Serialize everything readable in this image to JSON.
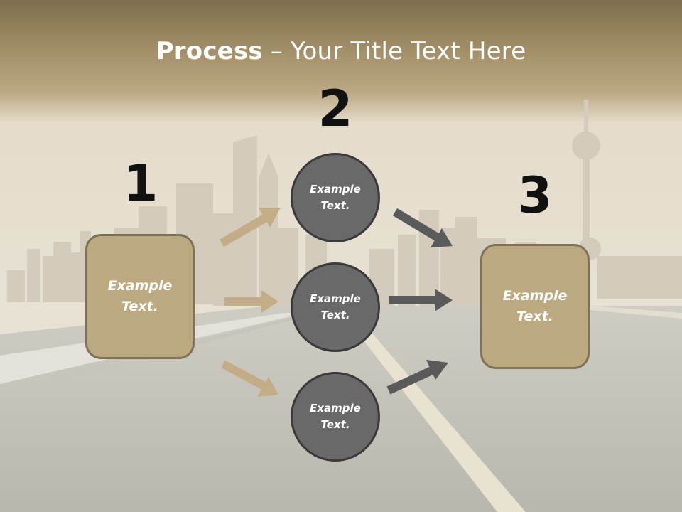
{
  "title": {
    "bold": "Process",
    "rest": " – Your Title Text Here"
  },
  "steps": {
    "n1": "1",
    "n2": "2",
    "n3": "3"
  },
  "left_box": {
    "text": "Example Text."
  },
  "right_box": {
    "text": "Example Text."
  },
  "circles": [
    {
      "text": "Example Text."
    },
    {
      "text": "Example Text."
    },
    {
      "text": "Example Text."
    }
  ],
  "colors": {
    "tan": "#bca97f",
    "tan_border": "#7d7256",
    "grey": "#696969",
    "arrow_tan": "#c2ad86",
    "arrow_grey": "#5a5a5a"
  }
}
